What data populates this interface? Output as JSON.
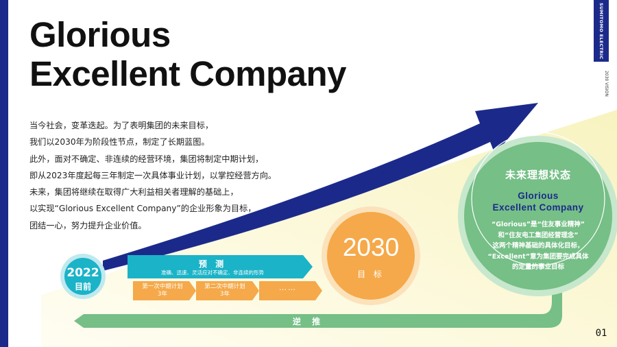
{
  "brand": {
    "name": "SUMITOMO ELECTRIC",
    "vision": "2030 VISION"
  },
  "title": {
    "line1": "Glorious",
    "line2": "Excellent Company"
  },
  "body": {
    "lines": [
      "当今社会，变革迭起。为了表明集团的未来目标，",
      "我们以2030年为阶段性节点，制定了长期蓝图。",
      "此外，面对不确定、非连续的经营环境，集团将制定中期计划，",
      "即从2023年度起每三年制定一次具体事业计划，以掌控经营方向。",
      "未来，集团将继续在取得广大利益相关者理解的基础上，",
      "以实现“Glorious Excellent Company”的企业形象为目标，",
      "团结一心，努力提升企业价值。"
    ]
  },
  "timeline": {
    "current": {
      "year": "2022",
      "label": "目前"
    },
    "forecast": {
      "title": "预 测",
      "subtitle": "准确、迅速、灵活应对不确定、非连续的形势"
    },
    "plans": [
      {
        "line1": "第一次中期计划",
        "line2": "3年"
      },
      {
        "line1": "第二次中期计划",
        "line2": "3年"
      },
      {
        "line1": "……",
        "line2": ""
      }
    ],
    "target": {
      "year": "2030",
      "label": "目 标"
    },
    "reverse": "逆 推"
  },
  "ideal": {
    "title": "未来理想状态",
    "en_line1": "Glorious",
    "en_line2": "Excellent Company",
    "desc": [
      "“Glorious”是“住友事业精神”",
      "和“住友电工集团经营理念”",
      "这两个精神基础的具体化目标，",
      "“Excellent”意为集团要完成具体",
      "的定量的事业目标"
    ]
  },
  "page_number": "01",
  "colors": {
    "navy": "#1b2a8a",
    "teal": "#1bb3c7",
    "orange": "#f5a94a",
    "green": "#76bf87",
    "yellow_bg": "#fbf7cf"
  }
}
